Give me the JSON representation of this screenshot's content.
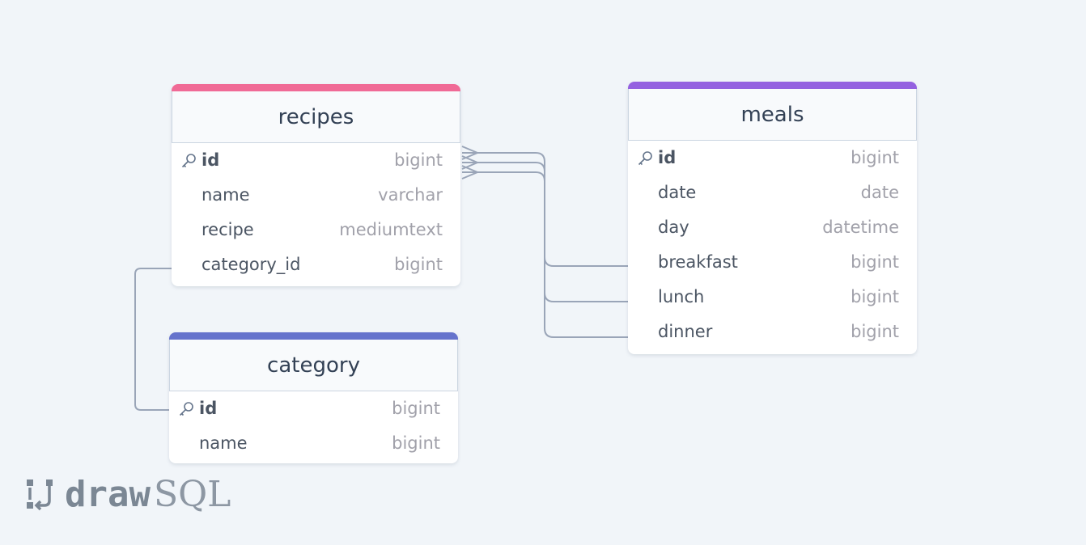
{
  "colors": {
    "background": "#f1f5f9",
    "recipes_accent": "#f06a96",
    "meals_accent": "#9461e0",
    "category_accent": "#6573cc",
    "connector": "#9aa5b8"
  },
  "tables": {
    "recipes": {
      "name": "recipes",
      "columns": [
        {
          "name": "id",
          "type": "bigint",
          "primary_key": true
        },
        {
          "name": "name",
          "type": "varchar",
          "primary_key": false
        },
        {
          "name": "recipe",
          "type": "mediumtext",
          "primary_key": false
        },
        {
          "name": "category_id",
          "type": "bigint",
          "primary_key": false
        }
      ]
    },
    "meals": {
      "name": "meals",
      "columns": [
        {
          "name": "id",
          "type": "bigint",
          "primary_key": true
        },
        {
          "name": "date",
          "type": "date",
          "primary_key": false
        },
        {
          "name": "day",
          "type": "datetime",
          "primary_key": false
        },
        {
          "name": "breakfast",
          "type": "bigint",
          "primary_key": false
        },
        {
          "name": "lunch",
          "type": "bigint",
          "primary_key": false
        },
        {
          "name": "dinner",
          "type": "bigint",
          "primary_key": false
        }
      ]
    },
    "category": {
      "name": "category",
      "columns": [
        {
          "name": "id",
          "type": "bigint",
          "primary_key": true
        },
        {
          "name": "name",
          "type": "bigint",
          "primary_key": false
        }
      ]
    }
  },
  "logo": {
    "icon": "drawsql-logo-icon",
    "draw": "draw",
    "sql": "SQL"
  }
}
